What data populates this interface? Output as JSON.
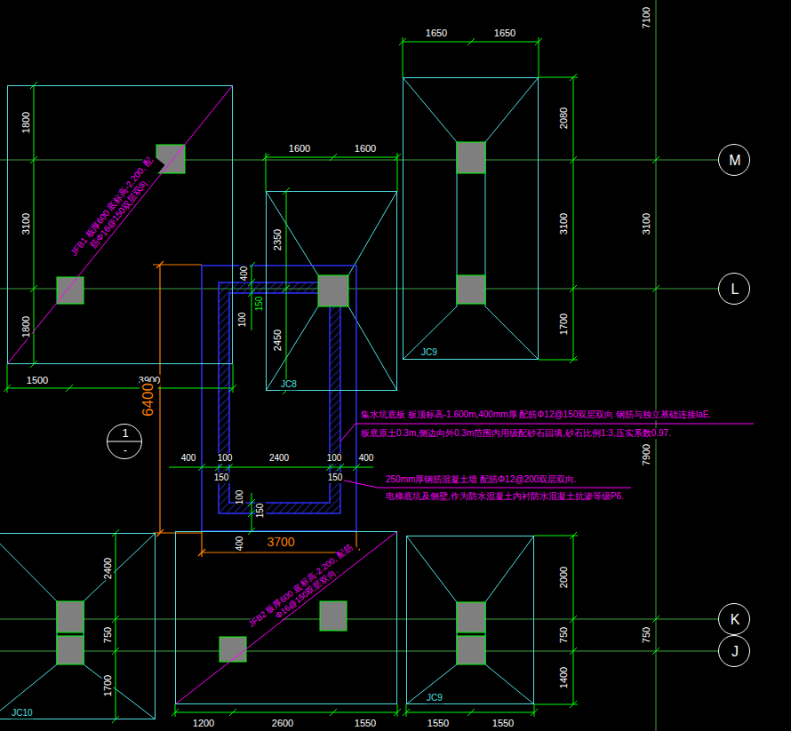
{
  "diagram": {
    "nodes": [
      {
        "text": [
          "JFB1 板厚600 底标高-2.200, 配筋Φ16@150双层双向."
        ]
      },
      {
        "text": [
          "JC8"
        ]
      },
      {
        "text": [
          "JC9"
        ]
      },
      {
        "text": [
          "JFB2 板厚600 底标高-2.200, 配筋Φ16@150双层双向."
        ]
      },
      {
        "text": [
          "JC9"
        ]
      },
      {
        "text": [
          "JC10"
        ]
      },
      {
        "text": [
          "1",
          "-"
        ]
      },
      {
        "text": [
          "M"
        ]
      },
      {
        "text": [
          "L"
        ]
      },
      {
        "text": [
          "K"
        ]
      },
      {
        "text": [
          "J"
        ]
      }
    ],
    "labels": [
      "1800",
      "3100",
      "1800",
      "1500",
      "3900",
      "1600",
      "1600",
      "1650",
      "1650",
      "2080",
      "3100",
      "1700",
      "2350",
      "2450",
      "400",
      "150",
      "100",
      "6400",
      "400",
      "100",
      "2400",
      "100",
      "400",
      "150",
      "150",
      "100",
      "150",
      "400",
      "3700",
      "集水坑底板 板顶标高-1.600m,400mm厚 配筋Φ12@150双层双向 钢筋与独立基础连接laE.",
      "板底原土0.3m,侧边向外0.3m范围内用级配砂石回填,砂石比例1:3,压实系数0.97.",
      "250mm厚钢筋混凝土墙 配筋Φ12@200双层双向.",
      "电梯底坑及侧壁,作为防水混凝土内衬防水混凝土抗渗等级P6.",
      "2400",
      "750",
      "1700",
      "1200",
      "2600",
      "1550",
      "1550",
      "1550",
      "2000",
      "750",
      "1400",
      "7100",
      "3100",
      "7900",
      "750"
    ]
  }
}
